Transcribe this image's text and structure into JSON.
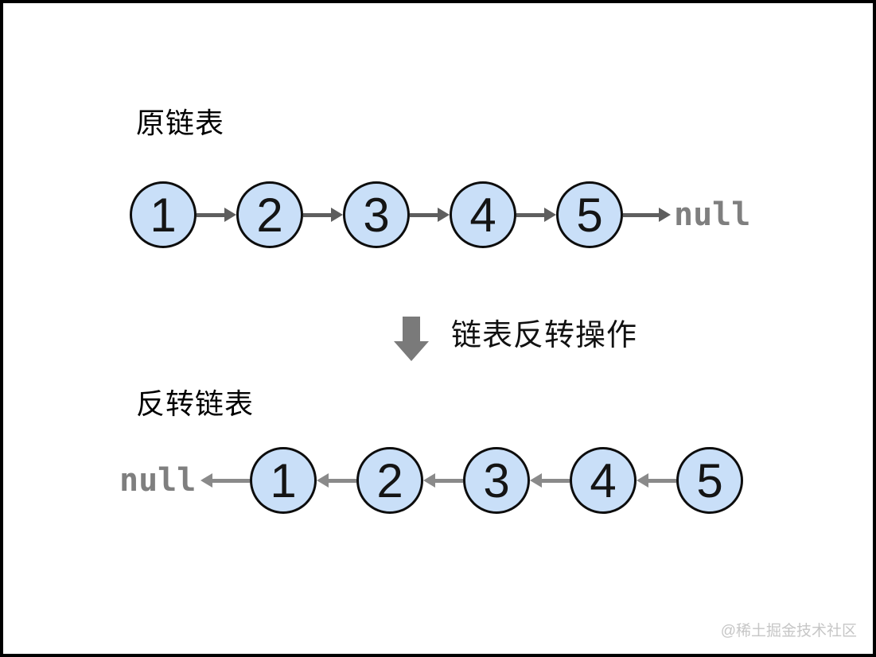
{
  "diagram": {
    "original": {
      "title": "原链表",
      "nodes": [
        "1",
        "2",
        "3",
        "4",
        "5"
      ],
      "null_label": "null"
    },
    "operation": {
      "label": "链表反转操作",
      "arrow_icon": "block-down-arrow"
    },
    "reversed": {
      "title": "反转链表",
      "nodes": [
        "1",
        "2",
        "3",
        "4",
        "5"
      ],
      "null_label": "null"
    }
  },
  "watermark": {
    "text": "@稀土掘金技术社区"
  },
  "colors": {
    "node_fill": "#C9DFF8",
    "node_stroke": "#0d0d0d",
    "arrow_dark": "#5e5e5e",
    "arrow_light": "#8a8a8a",
    "null_text": "#7f7f7f",
    "block_arrow": "#7a7a7a",
    "frame_border": "#000000",
    "watermark_text": "#c6c6c6"
  }
}
